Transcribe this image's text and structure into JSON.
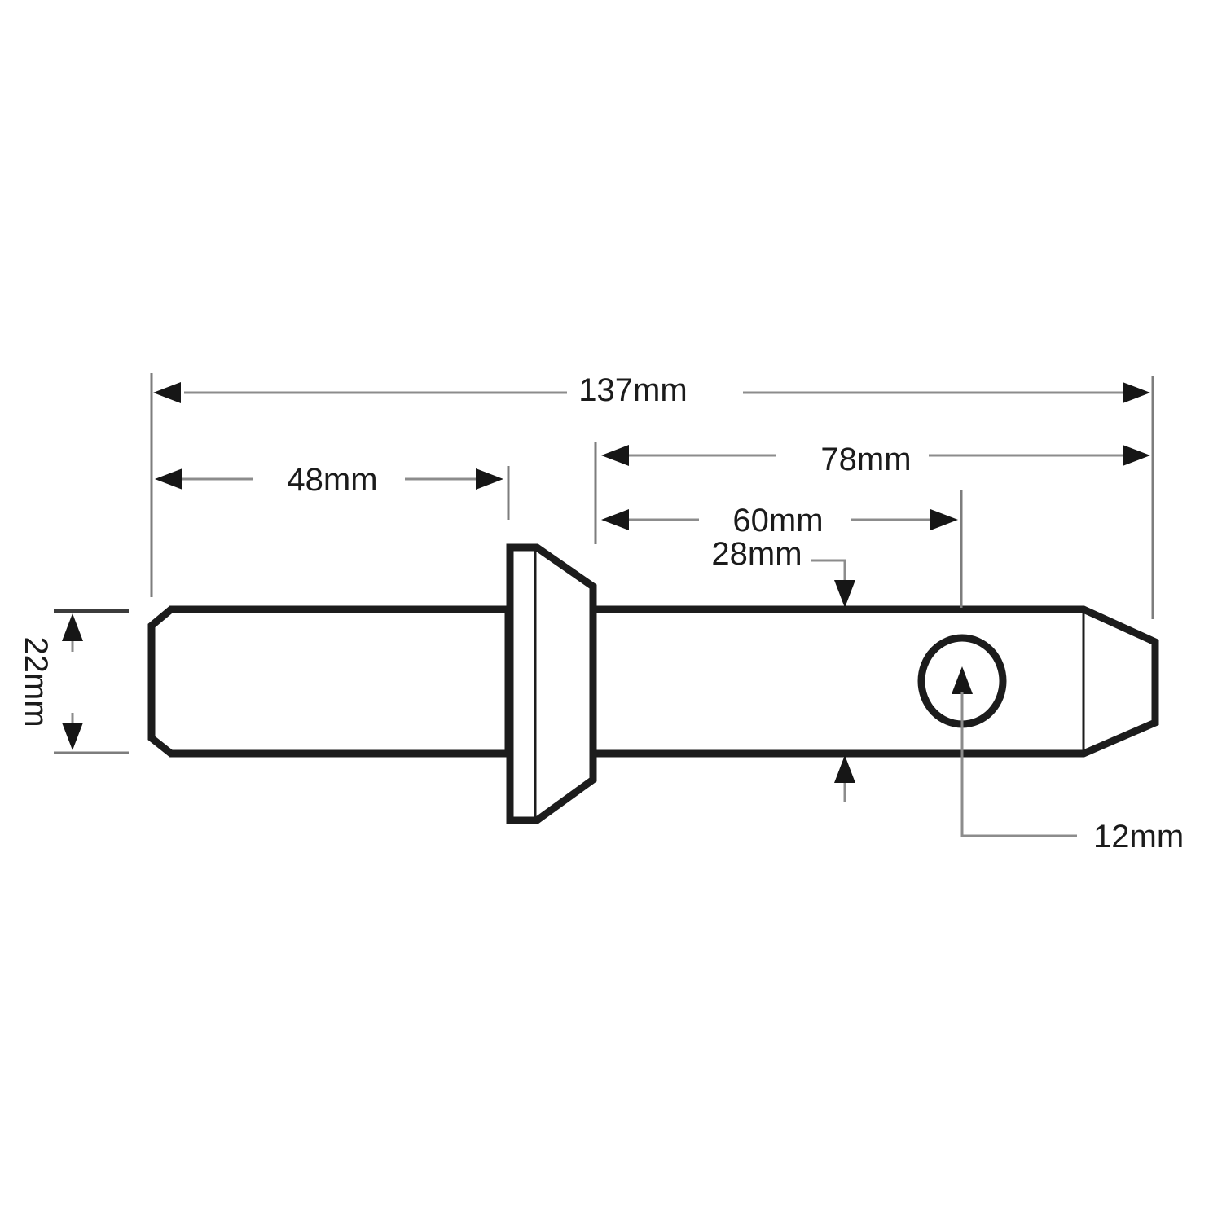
{
  "page": {
    "background": "#ffffff",
    "description": "Black-and-white technical line drawing of a stepped implement pin with a flange collar, chamfered left end, conical right tip and a cross-drilled hole, annotated with millimetre dimensions."
  },
  "drawing": {
    "units": "mm",
    "colors": {
      "outline": "#1c1c1c",
      "dimension_line": "#8c8c8c",
      "extension_line": "#7d7d7d",
      "extension_line_dark": "#3c3c3c",
      "arrow": "#161616",
      "label": "#1b1b1b",
      "background": "#ffffff"
    },
    "labels": {
      "overall_length": "137mm",
      "left_shank_length": "48mm",
      "right_shank_length": "78mm",
      "hole_centre_distance": "60mm",
      "right_shank_diameter": "28mm",
      "left_shank_diameter": "22mm",
      "hole_diameter": "12mm"
    }
  }
}
